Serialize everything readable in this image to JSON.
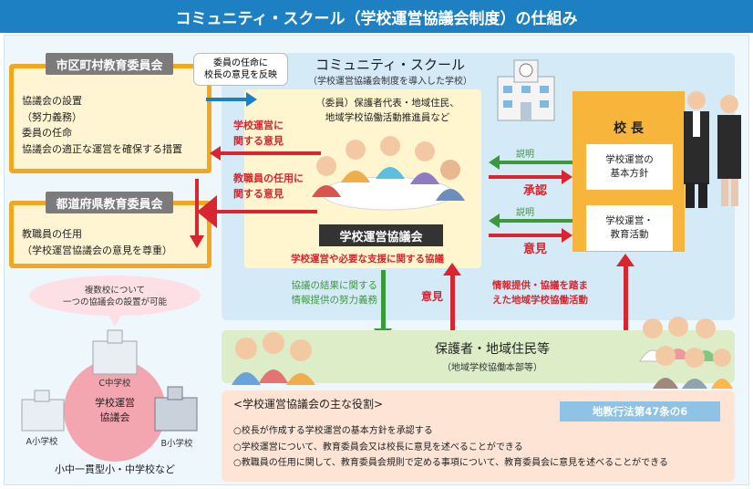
{
  "title": "コミュニティ・スクール（学校運営協議会制度）の仕組み",
  "board_muni": {
    "heading": "市区町村教育委員会",
    "items": [
      "協議会の設置",
      "（努力義務）",
      "委員の任命",
      "協議会の適正な運営を確保する措置"
    ]
  },
  "board_pref": {
    "heading": "都道府県教育委員会",
    "items": [
      "教職員の任用",
      "（学校運営協議会の意見を尊重）"
    ]
  },
  "callout": [
    "委員の任命に",
    "校長の意見を反映"
  ],
  "community": {
    "title": "コミュニティ・スクール",
    "subtitle": "（学校運営協議会制度を導入した学校）",
    "members": [
      "（委員）保護者代表・地域住民、",
      "地域学校協働活動推進員など"
    ]
  },
  "opinions": {
    "school_ops": [
      "学校運営に",
      "関する意見"
    ],
    "staff": [
      "教職員の任用に",
      "関する意見"
    ]
  },
  "council": {
    "label": "学校運営協議会",
    "support": "学校運営や必要な支援に関する協議"
  },
  "principal": {
    "heading": "校 長",
    "cards": [
      [
        "学校運営の",
        "基本方針"
      ],
      [
        "学校運営・",
        "教育活動"
      ]
    ]
  },
  "arrows": {
    "explain1": "説明",
    "approve": "承認",
    "explain2": "説明",
    "opinion": "意見"
  },
  "flows": {
    "info": [
      "協議の結果に関する",
      "情報提供の努力義務"
    ],
    "opinion": "意見",
    "activity": [
      "情報提供・協議を踏ま",
      "えた地域学校協働活動"
    ]
  },
  "guardians": {
    "label": "保護者・地域住民等",
    "sub": "（地域学校協働本部等）"
  },
  "multi": {
    "bubble": [
      "複数校について",
      "一つの協議会の設置が可能"
    ],
    "circle": [
      "学校運営",
      "協議会"
    ],
    "c_school": "C中学校",
    "a_school": "A小学校",
    "b_school": "B小学校",
    "caption": "小中一貫型小・中学校など"
  },
  "roles": {
    "heading": "<学校運営協議会の主な役割>",
    "law": "地教行法第47条の6",
    "items": [
      "○校長が作成する学校運営の基本方針を承認する",
      "○学校運営について、教育委員会又は校長に意見を述べることができる",
      "○教職員の任用に関して、教育委員会規則で定める事項について、教育委員会に意見を述べることができる"
    ]
  }
}
